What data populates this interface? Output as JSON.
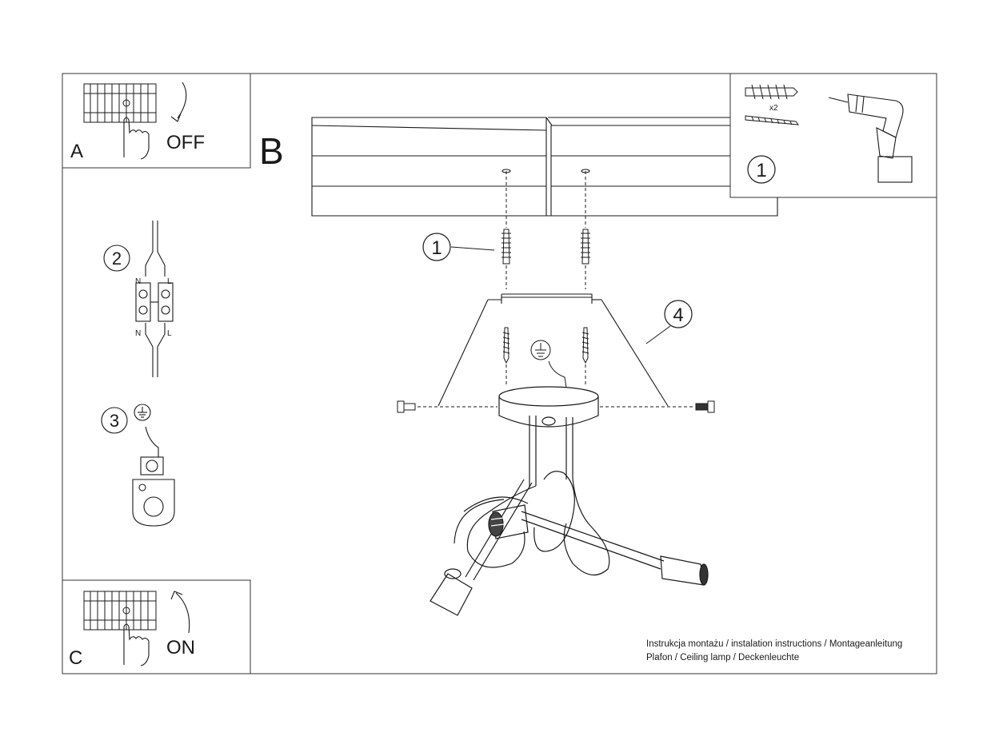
{
  "panels": {
    "a": {
      "letter": "A",
      "action": "OFF"
    },
    "b": {
      "letter": "B"
    },
    "c": {
      "letter": "C",
      "action": "ON"
    }
  },
  "steps": {
    "tools_number": "1",
    "tools_qty": "x2",
    "dowel_callout": "1",
    "wiring_number": "2",
    "ground_number": "3",
    "mount_callout": "4"
  },
  "wiring_labels": {
    "neutral": "N",
    "live": "L"
  },
  "footer": {
    "line1": "Instrukcja montażu / instalation instructions / Montageanleitung",
    "line2": "Plafon / Ceiling lamp / Deckenleuchte"
  },
  "icons": [
    "fuse-box-icon",
    "hand-icon",
    "arrow-down-icon",
    "arrow-up-icon",
    "wall-plug-icon",
    "screw-icon",
    "drill-icon",
    "ground-symbol-icon",
    "terminal-block-icon",
    "lamp-socket-icon"
  ]
}
